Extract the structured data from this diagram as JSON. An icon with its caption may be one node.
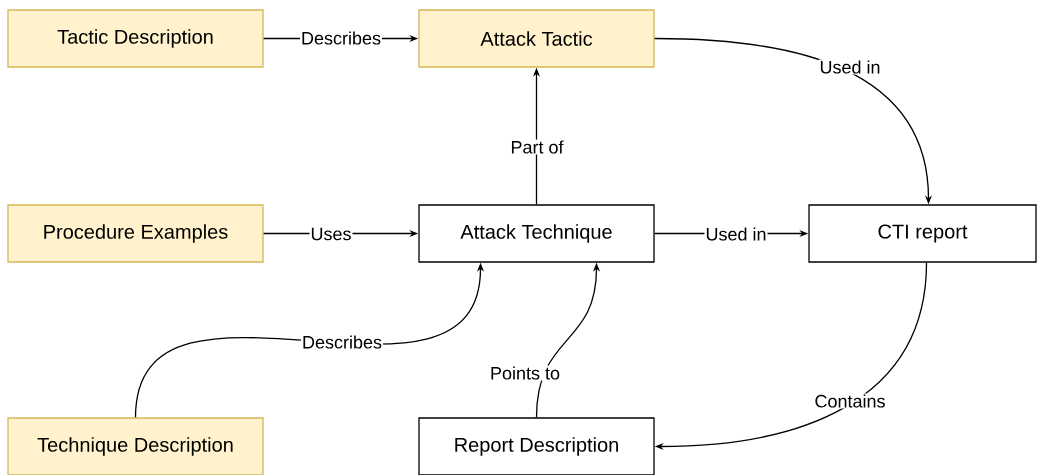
{
  "diagram": {
    "nodes": [
      {
        "text": [
          "Tactic Description"
        ]
      },
      {
        "text": [
          "Attack Tactic"
        ]
      },
      {
        "text": [
          "Procedure Examples"
        ]
      },
      {
        "text": [
          "Attack Technique"
        ]
      },
      {
        "text": [
          "CTI report"
        ]
      },
      {
        "text": [
          "Technique Description"
        ]
      },
      {
        "text": [
          "Report Description"
        ]
      }
    ],
    "edges": [
      {
        "from": 0,
        "to": 1,
        "arrow": "to",
        "label": "Describes"
      },
      {
        "from": 3,
        "to": 1,
        "arrow": "to",
        "label": "Part of"
      },
      {
        "from": 1,
        "to": 4,
        "arrow": "to",
        "label": "Used in"
      },
      {
        "from": 2,
        "to": 3,
        "arrow": "to",
        "label": "Uses"
      },
      {
        "from": 3,
        "to": 4,
        "arrow": "to",
        "label": "Used in"
      },
      {
        "from": 5,
        "to": 3,
        "arrow": "to",
        "label": "Describes"
      },
      {
        "from": 6,
        "to": 3,
        "arrow": "to",
        "label": "Points to"
      },
      {
        "from": 4,
        "to": 6,
        "arrow": "to",
        "label": "Contains"
      }
    ]
  }
}
